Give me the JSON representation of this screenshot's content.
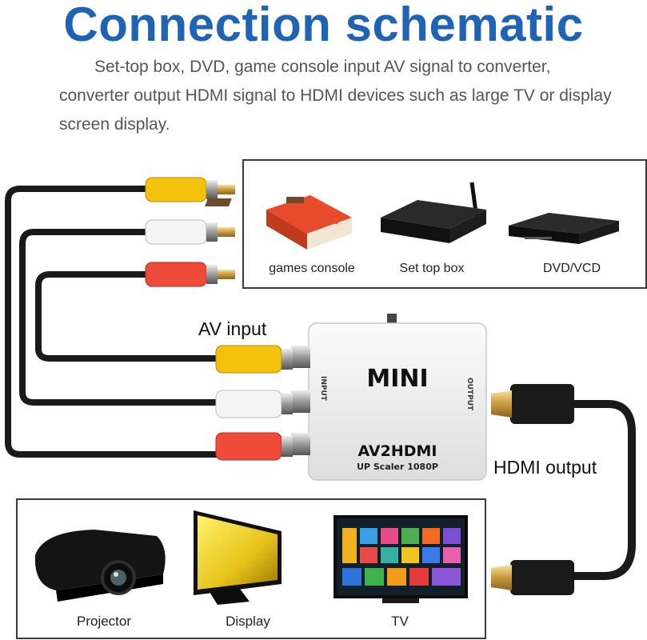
{
  "header": {
    "title": "Connection schematic",
    "description": "Set-top box, DVD, game console input AV signal to converter, converter output HDMI signal to HDMI devices such as large TV or display screen display."
  },
  "input_devices": [
    {
      "label": "games console",
      "icon": "game-console-icon"
    },
    {
      "label": "Set top box",
      "icon": "set-top-box-icon"
    },
    {
      "label": "DVD/VCD",
      "icon": "dvd-player-icon"
    }
  ],
  "output_devices": [
    {
      "label": "Projector",
      "icon": "projector-icon"
    },
    {
      "label": "Display",
      "icon": "monitor-icon"
    },
    {
      "label": "TV",
      "icon": "tv-icon"
    }
  ],
  "converter": {
    "brand": "MINI",
    "model": "AV2HDMI",
    "subtitle": "UP Scaler 1080P",
    "input_port_label": "INPUT",
    "output_port_label": "OUTPUT"
  },
  "labels": {
    "av_input": "AV input",
    "hdmi_output": "HDMI output"
  },
  "colors": {
    "title": "#1f63b5",
    "rca_yellow": "#f4c20d",
    "rca_white": "#f2f2f2",
    "rca_red": "#ee4b3b",
    "cable": "#1a1a1a",
    "converter_body": "#f0f0f0"
  }
}
